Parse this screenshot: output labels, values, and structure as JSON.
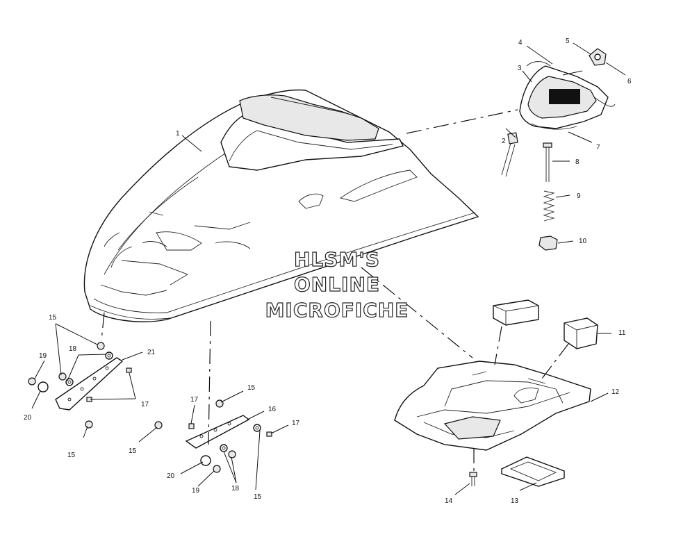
{
  "watermark": {
    "line1": "HLSM'S",
    "line2": "ONLINE",
    "line3": "MICROFICHE"
  },
  "callouts": [
    {
      "id": "1",
      "text": "1"
    },
    {
      "id": "2",
      "text": "2"
    },
    {
      "id": "3",
      "text": "3"
    },
    {
      "id": "4",
      "text": "4"
    },
    {
      "id": "5",
      "text": "5"
    },
    {
      "id": "6",
      "text": "6"
    },
    {
      "id": "7",
      "text": "7"
    },
    {
      "id": "8",
      "text": "8"
    },
    {
      "id": "9",
      "text": "9"
    },
    {
      "id": "10",
      "text": "10"
    },
    {
      "id": "11",
      "text": "11"
    },
    {
      "id": "12",
      "text": "12"
    },
    {
      "id": "13",
      "text": "13"
    },
    {
      "id": "14",
      "text": "14"
    },
    {
      "id": "15a",
      "text": "15"
    },
    {
      "id": "15b",
      "text": "15"
    },
    {
      "id": "15c",
      "text": "15"
    },
    {
      "id": "15d",
      "text": "15"
    },
    {
      "id": "15e",
      "text": "15"
    },
    {
      "id": "16",
      "text": "16"
    },
    {
      "id": "17a",
      "text": "17"
    },
    {
      "id": "17b",
      "text": "17"
    },
    {
      "id": "17c",
      "text": "17"
    },
    {
      "id": "18a",
      "text": "18"
    },
    {
      "id": "18b",
      "text": "18"
    },
    {
      "id": "19a",
      "text": "19"
    },
    {
      "id": "19b",
      "text": "19"
    },
    {
      "id": "20a",
      "text": "20"
    },
    {
      "id": "20b",
      "text": "20"
    },
    {
      "id": "21",
      "text": "21"
    }
  ]
}
